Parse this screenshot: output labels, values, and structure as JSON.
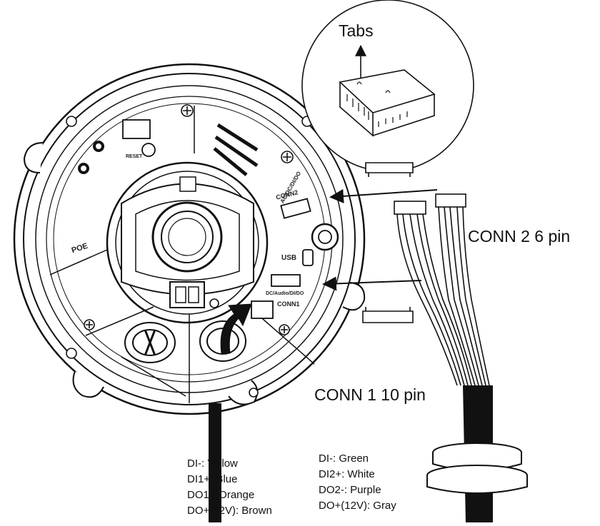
{
  "callout": {
    "tabs_label": "Tabs"
  },
  "connectors": {
    "conn2_label": "CONN 2 6 pin",
    "conn1_label": "CONN 1 10 pin"
  },
  "board_labels": {
    "poe": "POE",
    "usb": "USB",
    "conn2_board": "CONN2",
    "conn2_sub": "AC/DC/DI/DO",
    "conn1_board": "CONN1",
    "conn1_sub": "DC/Audio/DI/DO",
    "reset": "RESET"
  },
  "wire_colors_left": [
    "DI-: Yellow",
    "DI1+: Blue",
    "DO1-: Orange",
    "DO+(12V): Brown"
  ],
  "wire_colors_right": [
    "DI-: Green",
    "DI2+: White",
    "DO2-: Purple",
    "DO+(12V): Gray"
  ]
}
